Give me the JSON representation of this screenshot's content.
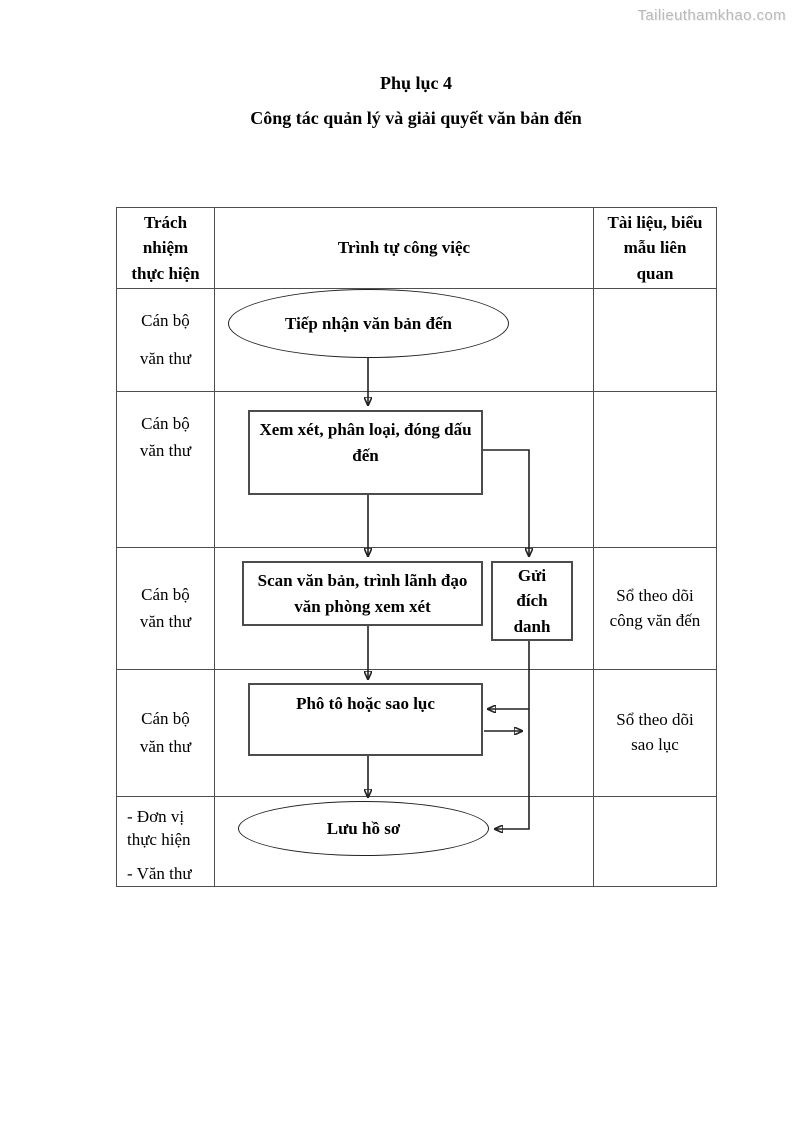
{
  "watermark": "Tailieuthamkhao.com",
  "title": {
    "line1": "Phụ lục 4",
    "line2": "Công tác quản lý và giải quyết văn bản đến"
  },
  "table": {
    "headers": [
      "Trách\nnhiệm\nthực hiện",
      "Trình tự công việc",
      "Tài liệu, biểu\nmẫu liên\nquan"
    ],
    "rows": [
      {
        "responsibility": [
          "Cán bộ",
          "văn thư"
        ],
        "documents": ""
      },
      {
        "responsibility": [
          "Cán bộ",
          "văn thư"
        ],
        "documents": ""
      },
      {
        "responsibility": [
          "Cán bộ",
          "văn thư"
        ],
        "documents": "Sổ theo dõi\ncông văn đến"
      },
      {
        "responsibility": [
          "Cán bộ",
          "văn thư"
        ],
        "documents": "Sổ theo dõi\nsao lục"
      },
      {
        "responsibility": [
          "- Đơn vị\nthực hiện",
          "- Văn thư"
        ],
        "documents": ""
      }
    ]
  },
  "flowchart": {
    "nodes": [
      {
        "id": "receive",
        "shape": "ellipse",
        "label": "Tiếp nhận văn bản đến"
      },
      {
        "id": "review",
        "shape": "rect",
        "label": "Xem xét, phân loại, đóng dấu đến"
      },
      {
        "id": "scan",
        "shape": "rect",
        "label": "Scan văn bản, trình lãnh đạo văn phòng xem xét"
      },
      {
        "id": "send-direct",
        "shape": "rect",
        "label": "Gửi\nđích\ndanh"
      },
      {
        "id": "copy",
        "shape": "rect",
        "label": "Phô tô hoặc sao lục"
      },
      {
        "id": "archive",
        "shape": "ellipse",
        "label": "Lưu hồ sơ"
      }
    ]
  },
  "colors": {
    "text": "#000000",
    "table_border": "#4f4f4f",
    "shape_border": "#4c4c4c",
    "connector": "#222222",
    "watermark": "#b9b9b9"
  }
}
